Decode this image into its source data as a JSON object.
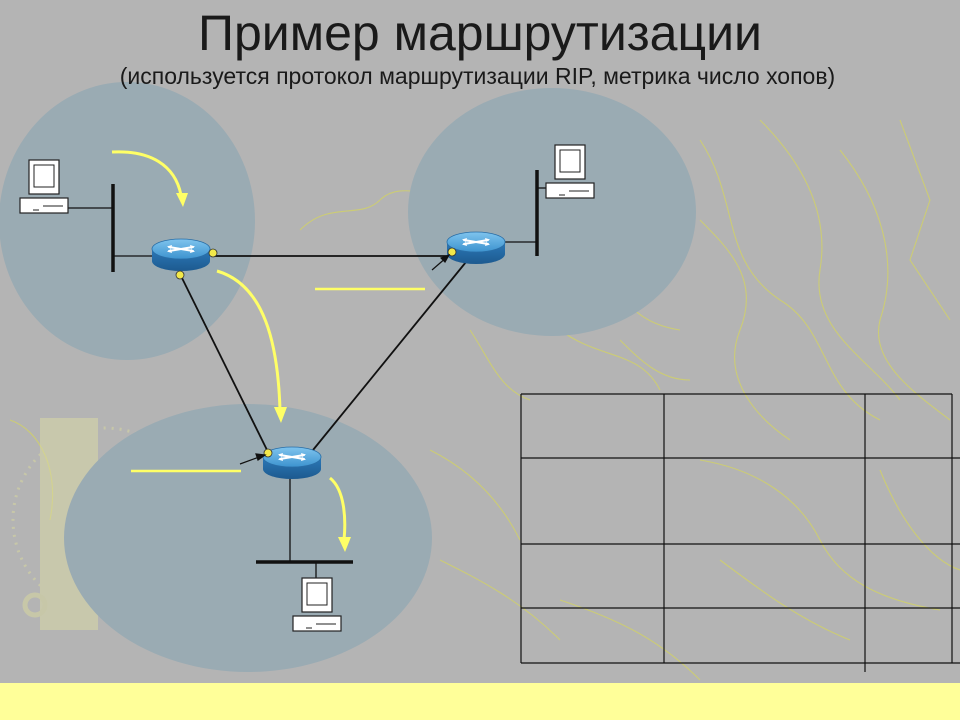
{
  "slide": {
    "title": "Пример маршрутизации",
    "subtitle": "(используется протокол маршрутизации RIP, метрика число хопов)"
  },
  "colors": {
    "background": "#b4b4b4",
    "network_area": "#9aabb3",
    "flow_arrow": "#ffff66",
    "interface_dot": "#f2e84a",
    "bottom_bar": "#ffff99",
    "router_body": "#2f7fbf"
  },
  "diagram": {
    "routers": [
      "router-left",
      "router-right",
      "router-bottom"
    ],
    "hosts": [
      "host-left",
      "host-right",
      "host-bottom"
    ],
    "routing_table": {
      "rows": 4,
      "columns": 3,
      "cells_text": []
    }
  }
}
